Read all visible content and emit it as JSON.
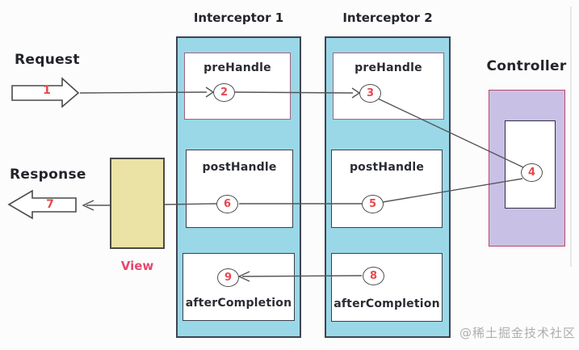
{
  "page": {
    "watermark": "@稀土掘金技术社区"
  },
  "request": {
    "label": "Request",
    "step": "1"
  },
  "response": {
    "label": "Response",
    "step": "7"
  },
  "view": {
    "label": "View"
  },
  "controller": {
    "label": "Controller",
    "step": "4"
  },
  "interceptor1": {
    "title": "Interceptor 1",
    "preHandle": {
      "label": "preHandle",
      "step": "2"
    },
    "postHandle": {
      "label": "postHandle",
      "step": "6"
    },
    "afterCompletion": {
      "label": "afterCompletion",
      "step": "9"
    }
  },
  "interceptor2": {
    "title": "Interceptor 2",
    "preHandle": {
      "label": "preHandle",
      "step": "3"
    },
    "postHandle": {
      "label": "postHandle",
      "step": "5"
    },
    "afterCompletion": {
      "label": "afterCompletion",
      "step": "8"
    }
  },
  "colors": {
    "interceptor_fill": "#9ad8e8",
    "controller_fill": "#c9c0e5",
    "controller_border": "#b9486a",
    "pre_border": "#a4617f",
    "view_fill": "#ebe2a5",
    "view_label": "#e8476e",
    "step_red": "#e8474f"
  }
}
